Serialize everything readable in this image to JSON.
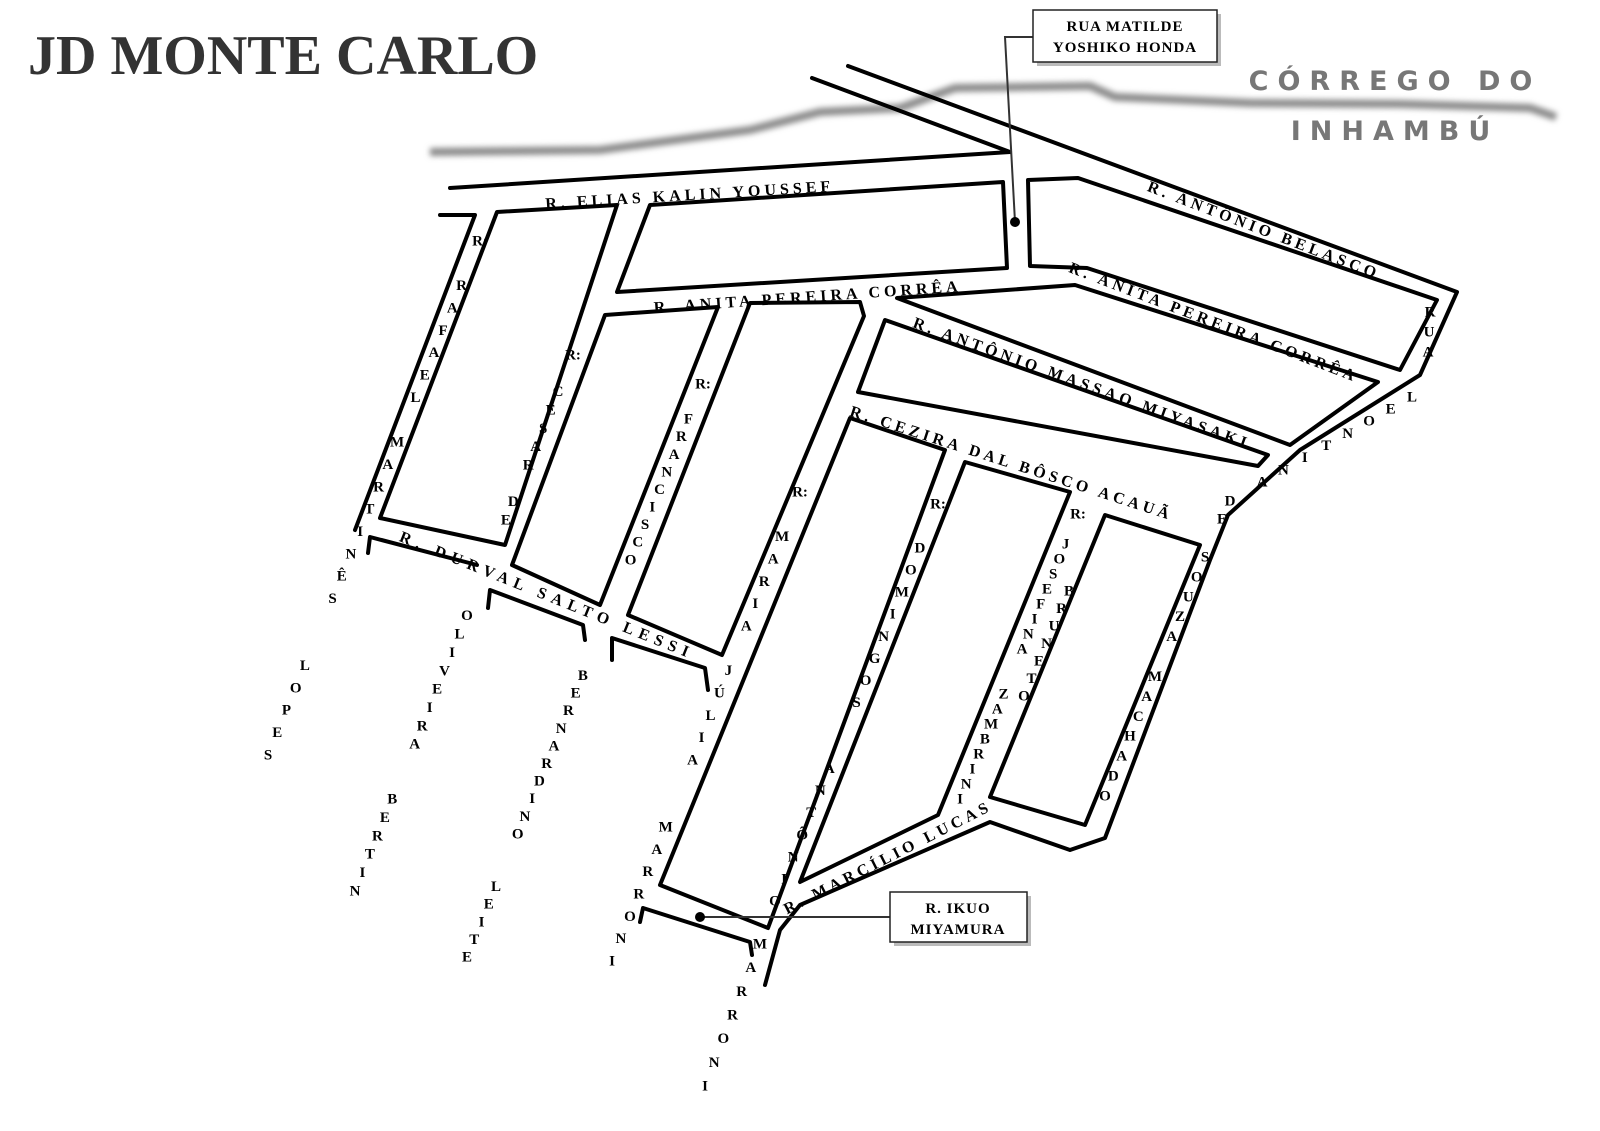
{
  "title": "JD MONTE CARLO",
  "creek": {
    "line1": "CÓRREGO DO",
    "line2": "INHAMBÚ"
  },
  "callouts": {
    "matilde": {
      "line1": "RUA MATILDE",
      "line2": "YOSHIKO HONDA"
    },
    "ikuo": {
      "line1": "R. IKUO",
      "line2": "MIYAMURA"
    }
  },
  "streets": {
    "elias": "R. ELIAS KALIN YOUSSEF",
    "anita_left": "R. ANITA PEREIRA CORRÊA",
    "anita_right": "R. ANITA PEREIRA CORRÊA",
    "belasco": "R. ANTÔNIO BELASCO",
    "massao": "R. ANTÔNIO MASSAO MIYASAKI",
    "cezira": "R. CEZIRA DAL BÔSCO ACAUÃ",
    "durval": "R. DURVAL SALTO LESSI",
    "marcilio": "R. MARCÍLIO LUCAS",
    "rafael": "R: RAFAEL MARTINÊS  LOPES",
    "cesar": "R: CÉSAR DE OLIVEIRA  BERTIN",
    "francisco": "R: FRANCISCO  BERNARDINO  LEITE",
    "maria": "R: MARIA JÚLIA  MARRONI",
    "marroni": "MARRONI",
    "domingos": "R: DOMINGOS  ANTÔNIO",
    "josefina": "R: JOSEFINA  ZAMBRINI",
    "bruneto": "BRUNETO",
    "leontina_rua": "RUA",
    "leontina": "LEONTINA",
    "leontina_de": "DE",
    "souza": "SOUZA MACHADO"
  },
  "colors": {
    "creek": "#8a8a8a",
    "title": "#333333",
    "roads": "#000000"
  }
}
